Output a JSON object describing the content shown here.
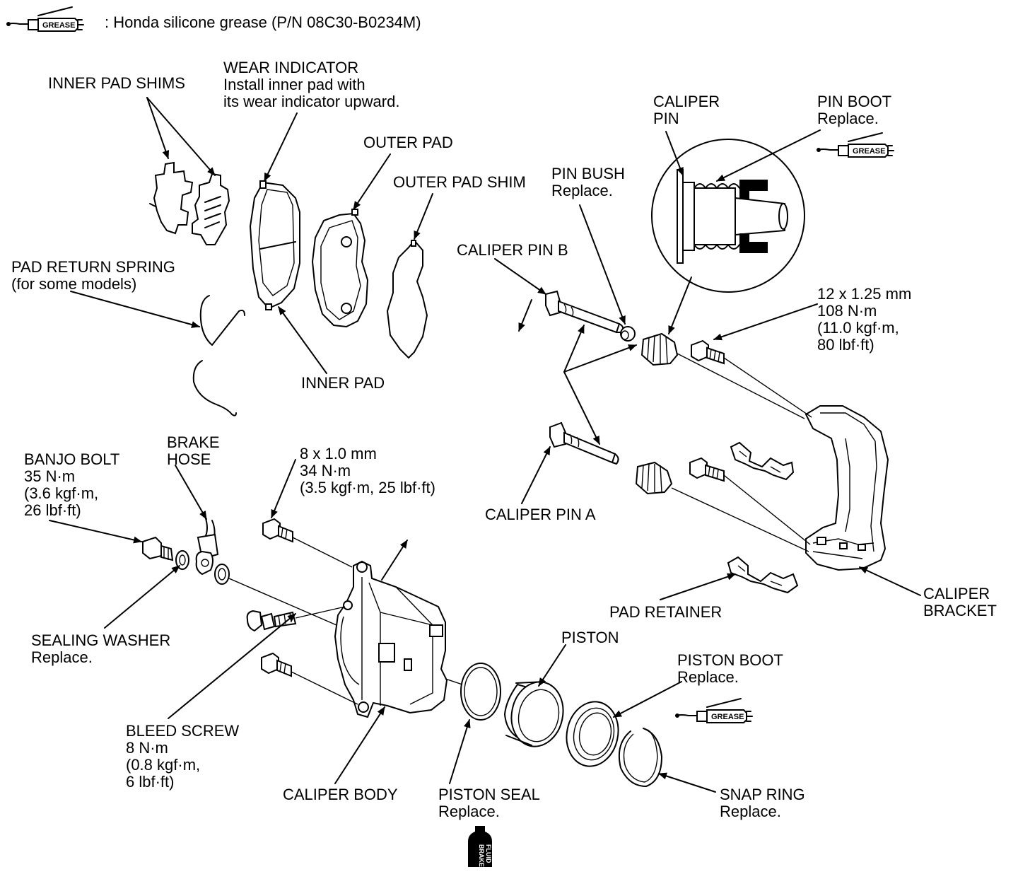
{
  "legend": {
    "badge": "GREASE",
    "text": ": Honda silicone grease (P/N 08C30-B0234M)"
  },
  "badges": {
    "grease": "GREASE",
    "fluid_line1": "BRAKE",
    "fluid_line2": "FLUID"
  },
  "labels": {
    "inner_pad_shims": [
      "INNER PAD SHIMS"
    ],
    "wear_indicator": [
      "WEAR INDICATOR",
      "Install inner pad with",
      "its wear indicator upward."
    ],
    "outer_pad": [
      "OUTER PAD"
    ],
    "outer_pad_shim": [
      "OUTER PAD SHIM"
    ],
    "pad_return_spring": [
      "PAD RETURN SPRING",
      "(for some models)"
    ],
    "inner_pad": [
      "INNER PAD"
    ],
    "caliper_pin": [
      "CALIPER",
      "PIN"
    ],
    "pin_boot": [
      "PIN BOOT",
      "Replace."
    ],
    "pin_bush": [
      "PIN BUSH",
      "Replace."
    ],
    "caliper_pin_b": [
      "CALIPER PIN B"
    ],
    "bracket_bolt_torque": [
      "12 x 1.25 mm",
      "108 N·m",
      "(11.0 kgf·m,",
      "80 lbf·ft)"
    ],
    "caliper_pin_a": [
      "CALIPER PIN A"
    ],
    "banjo_bolt": [
      "BANJO BOLT",
      "35 N·m",
      "(3.6 kgf·m,",
      "26 lbf·ft)"
    ],
    "brake_hose": [
      "BRAKE",
      "HOSE"
    ],
    "body_bolt_torque": [
      "8 x 1.0 mm",
      "34 N·m",
      "(3.5 kgf·m, 25 lbf·ft)"
    ],
    "sealing_washer": [
      "SEALING WASHER",
      "Replace."
    ],
    "pad_retainer": [
      "PAD RETAINER"
    ],
    "caliper_bracket": [
      "CALIPER",
      "BRACKET"
    ],
    "piston": [
      "PISTON"
    ],
    "piston_boot": [
      "PISTON BOOT",
      "Replace."
    ],
    "bleed_screw": [
      "BLEED SCREW",
      "8 N·m",
      "(0.8 kgf·m,",
      "6 lbf·ft)"
    ],
    "caliper_body": [
      "CALIPER BODY"
    ],
    "piston_seal": [
      "PISTON SEAL",
      "Replace."
    ],
    "snap_ring": [
      "SNAP RING",
      "Replace."
    ]
  }
}
